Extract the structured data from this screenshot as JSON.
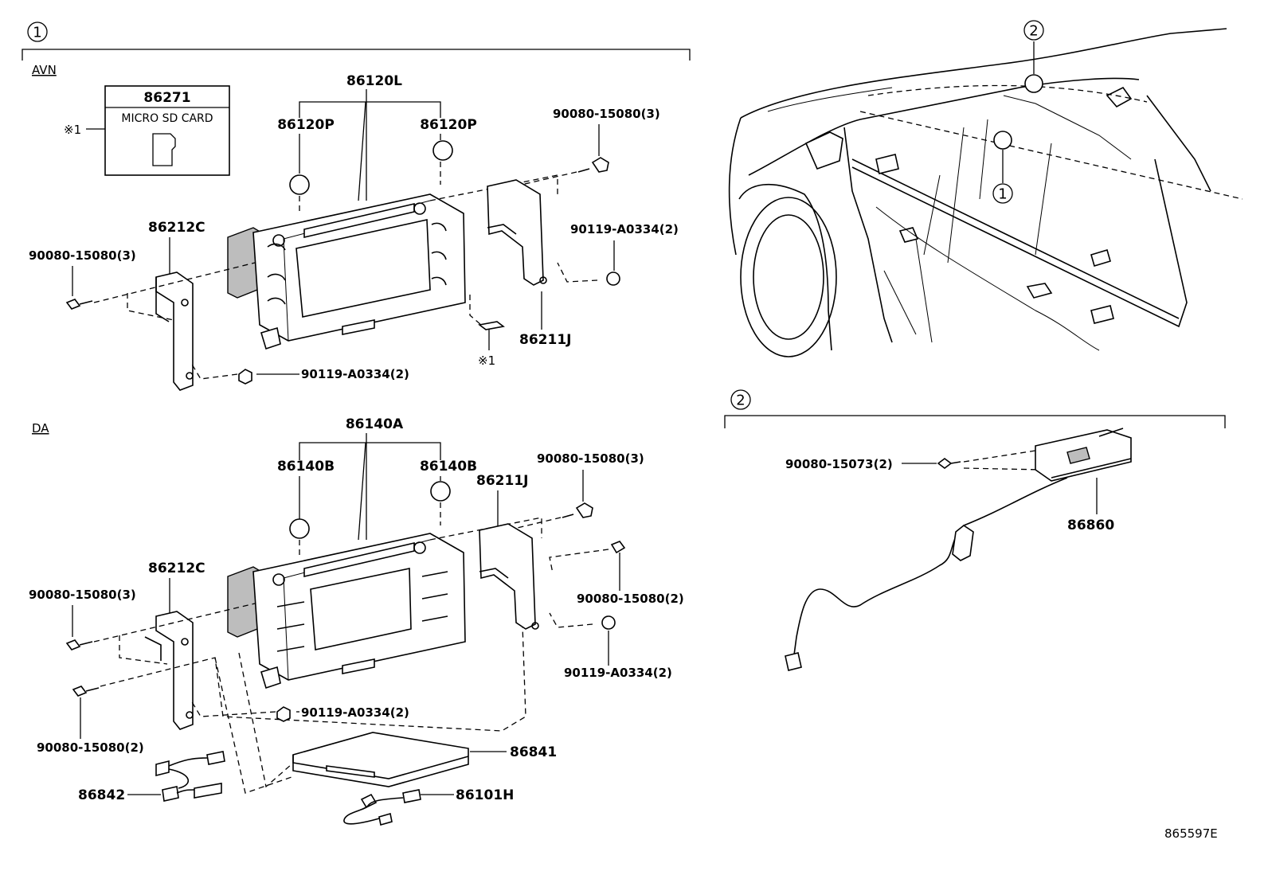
{
  "sections": {
    "group1_callout": "1",
    "group2_callout": "2",
    "avn_label": "AVN",
    "da_label": "DA"
  },
  "avn": {
    "card_part": "86271",
    "card_desc": "MICRO SD CARD",
    "card_ref": "※1",
    "bezel_group": "86120L",
    "knob_left": "86120P",
    "knob_right": "86120P",
    "screw_top_right": "90080-15080(3)",
    "bracket_left": "86212C",
    "screw_left": "90080-15080(3)",
    "screw_right_small": "90119-A0334(2)",
    "bracket_right": "86211J",
    "screw_bottom": "90119-A0334(2)",
    "card_slot_ref": "※1"
  },
  "da": {
    "bezel_group": "86140A",
    "knob_left": "86140B",
    "knob_right": "86140B",
    "screw_top_right": "90080-15080(3)",
    "bracket_right": "86211J",
    "bracket_left": "86212C",
    "screw_left": "90080-15080(3)",
    "screw_right_mid": "90080-15080(2)",
    "screw_right_low": "90119-A0334(2)",
    "screw_bottom_left": "90080-15080(2)",
    "screw_center": "90119-A0334(2)",
    "module": "86841",
    "harness": "86842",
    "cable": "86101H"
  },
  "vehicle_view": {
    "marker_1": "1",
    "marker_2": "2"
  },
  "group2": {
    "screw": "90080-15073(2)",
    "microphone": "86860"
  },
  "figure_code": "865597E"
}
